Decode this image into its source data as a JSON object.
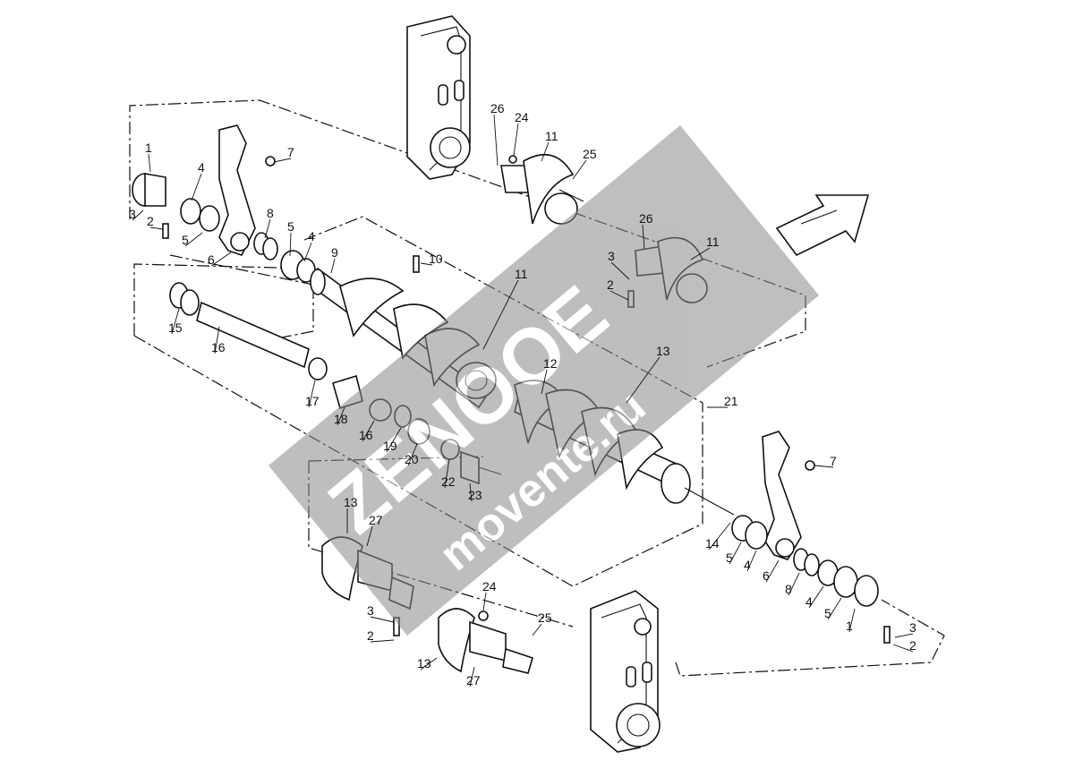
{
  "watermark": {
    "brand": "ZENOOE",
    "site": "movente.ru",
    "color": "#8a8a8a"
  },
  "labels": [
    "1",
    "3",
    "2",
    "4",
    "5",
    "6",
    "7",
    "8",
    "5",
    "4",
    "9",
    "10",
    "11",
    "15",
    "16",
    "17",
    "18",
    "16",
    "19",
    "20",
    "22",
    "23",
    "26",
    "24",
    "11",
    "25",
    "26",
    "11",
    "3",
    "2",
    "12",
    "13",
    "21",
    "7",
    "14",
    "5",
    "4",
    "6",
    "8",
    "4",
    "5",
    "1",
    "3",
    "2",
    "13",
    "27",
    "24",
    "25",
    "3",
    "2",
    "13",
    "27"
  ],
  "icons": {
    "direction_arrow": "forward-arrow-icon",
    "gearbox_top": "gearbox-housing-icon",
    "gearbox_bottom": "gearbox-housing-icon"
  }
}
